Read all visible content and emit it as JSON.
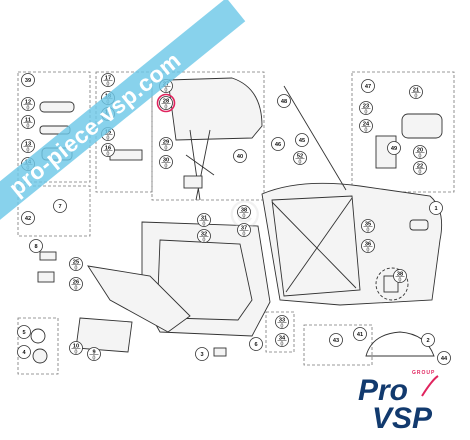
{
  "watermark_text": "pro-piece-vsp.com",
  "logo": {
    "line1": "Pro",
    "line2": "VSP",
    "tag": "GROUP"
  },
  "callouts": [
    {
      "id": "c39",
      "top": "39",
      "bot": ""
    },
    {
      "id": "c12",
      "top": "12",
      "bot": "0"
    },
    {
      "id": "c11",
      "top": "11",
      "bot": "0"
    },
    {
      "id": "c13",
      "top": "13",
      "bot": "0"
    },
    {
      "id": "c14",
      "top": "14",
      "bot": "0"
    },
    {
      "id": "c17",
      "top": "17",
      "bot": "0"
    },
    {
      "id": "c18",
      "top": "18",
      "bot": "0"
    },
    {
      "id": "c19",
      "top": "19",
      "bot": "0"
    },
    {
      "id": "c15",
      "top": "15",
      "bot": "0"
    },
    {
      "id": "c16",
      "top": "16",
      "bot": "0"
    },
    {
      "id": "c27",
      "top": "27",
      "bot": "0"
    },
    {
      "id": "c28",
      "top": "28",
      "bot": "0"
    },
    {
      "id": "c29",
      "top": "29",
      "bot": "0"
    },
    {
      "id": "c30",
      "top": "30",
      "bot": "0"
    },
    {
      "id": "c40",
      "top": "40",
      "bot": ""
    },
    {
      "id": "c46",
      "top": "46",
      "bot": ""
    },
    {
      "id": "c45",
      "top": "45",
      "bot": ""
    },
    {
      "id": "c52",
      "top": "52",
      "bot": "0"
    },
    {
      "id": "c47",
      "top": "47",
      "bot": ""
    },
    {
      "id": "c21",
      "top": "21",
      "bot": "0"
    },
    {
      "id": "c23",
      "top": "23",
      "bot": "0"
    },
    {
      "id": "c24",
      "top": "24",
      "bot": "0"
    },
    {
      "id": "c20",
      "top": "20",
      "bot": "0"
    },
    {
      "id": "c22",
      "top": "22",
      "bot": "0"
    },
    {
      "id": "c49",
      "top": "49",
      "bot": ""
    },
    {
      "id": "c48",
      "top": "48",
      "bot": ""
    },
    {
      "id": "c31",
      "top": "31",
      "bot": "0"
    },
    {
      "id": "c32",
      "top": "32",
      "bot": "0"
    },
    {
      "id": "c37",
      "top": "37",
      "bot": "0"
    },
    {
      "id": "c38a",
      "top": "38",
      "bot": "0"
    },
    {
      "id": "c35",
      "top": "35",
      "bot": "0"
    },
    {
      "id": "c36",
      "top": "36",
      "bot": "0"
    },
    {
      "id": "c1",
      "top": "1",
      "bot": ""
    },
    {
      "id": "c42",
      "top": "42",
      "bot": ""
    },
    {
      "id": "c7",
      "top": "7",
      "bot": ""
    },
    {
      "id": "c8",
      "top": "8",
      "bot": ""
    },
    {
      "id": "c25",
      "top": "25",
      "bot": "0"
    },
    {
      "id": "c26",
      "top": "26",
      "bot": "0"
    },
    {
      "id": "c33",
      "top": "33",
      "bot": "0"
    },
    {
      "id": "c34",
      "top": "34",
      "bot": "0"
    },
    {
      "id": "c5",
      "top": "5",
      "bot": ""
    },
    {
      "id": "c4",
      "top": "4",
      "bot": ""
    },
    {
      "id": "c10",
      "top": "10",
      "bot": "0"
    },
    {
      "id": "c9",
      "top": "9",
      "bot": "0"
    },
    {
      "id": "c3",
      "top": "3",
      "bot": ""
    },
    {
      "id": "c41",
      "top": "41",
      "bot": ""
    },
    {
      "id": "c43",
      "top": "43",
      "bot": ""
    },
    {
      "id": "c6",
      "top": "6",
      "bot": ""
    },
    {
      "id": "c2",
      "top": "2",
      "bot": ""
    },
    {
      "id": "c44",
      "top": "44",
      "bot": ""
    },
    {
      "id": "c38b",
      "top": "38",
      "bot": "0"
    }
  ],
  "highlighted_callout": "c28"
}
